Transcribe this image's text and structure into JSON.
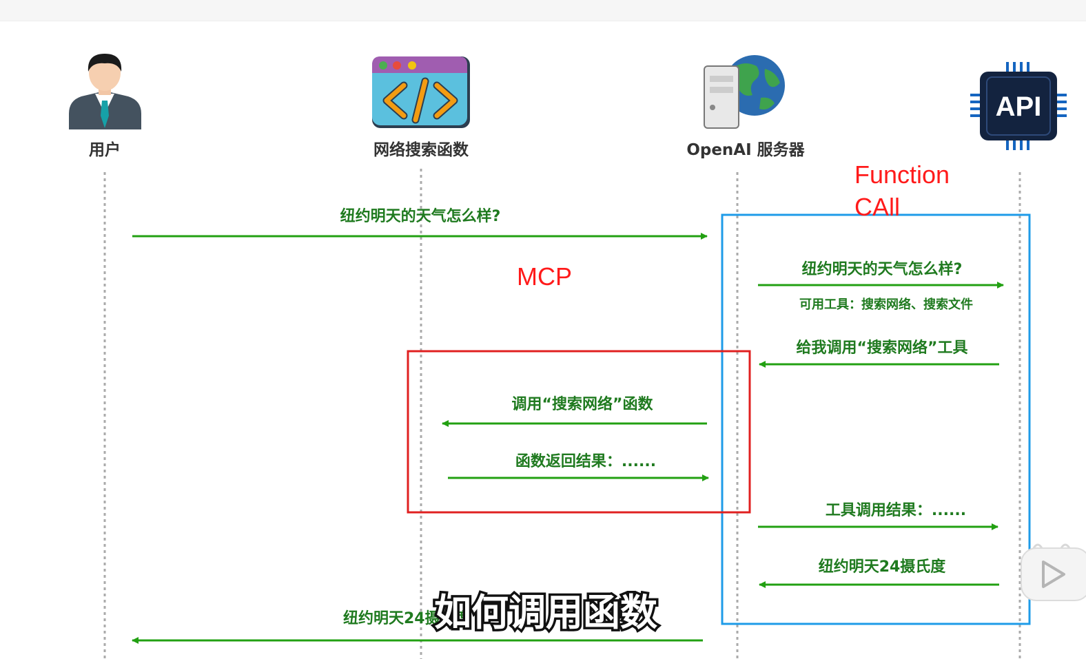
{
  "actors": {
    "user": {
      "label": "用户",
      "icon": "businessman-icon"
    },
    "web_search": {
      "label": "网络搜索函数",
      "icon": "code-window-icon"
    },
    "openai": {
      "label": "OpenAI 服务器",
      "icon": "server-globe-icon"
    },
    "api": {
      "label": "API",
      "icon": "api-chip-icon"
    }
  },
  "messages": {
    "m1": "纽约明天的天气怎么样?",
    "m2": "纽约明天的天气怎么样?",
    "m2_sub": "可用工具：搜索网络、搜索文件",
    "m3": "给我调用“搜索网络”工具",
    "m4": "调用“搜索网络”函数",
    "m5": "函数返回结果：......",
    "m6": "工具调用结果：......",
    "m7": "纽约明天24摄氏度",
    "m8": "纽约明天24摄氏度"
  },
  "annotations": {
    "function_call": [
      "Function",
      "CAll"
    ],
    "mcp": "MCP"
  },
  "subtitle": "如何调用函数",
  "colors": {
    "arrow": "#22a012",
    "message_text": "#1f7a1f",
    "mcp_box": "#e02020",
    "function_call_box": "#1e9be8",
    "annotation_text": "#ff1a1a",
    "lifeline": "#aaaaaa"
  }
}
